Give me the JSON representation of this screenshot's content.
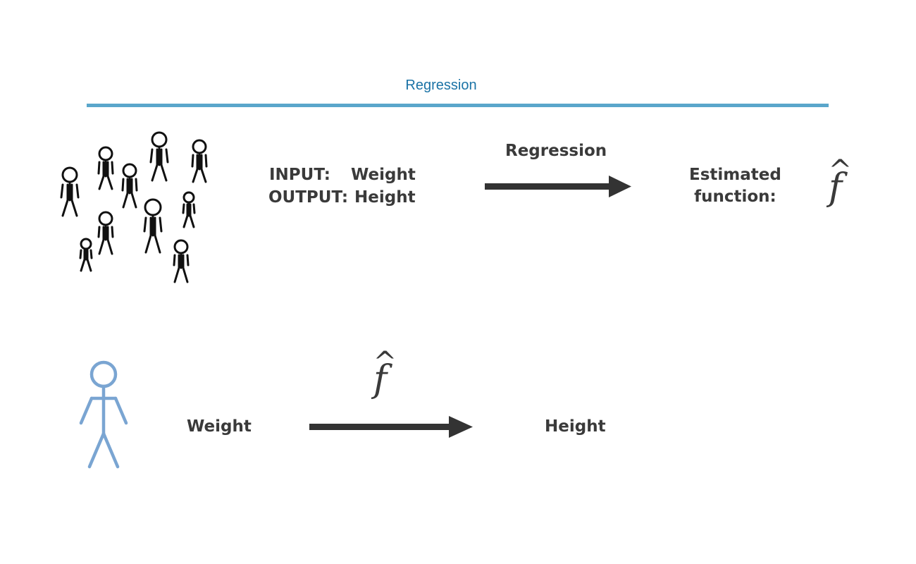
{
  "title": "Regression",
  "training": {
    "input_label": "INPUT:",
    "input_value": "Weight",
    "output_label": "OUTPUT:",
    "output_value": "Height",
    "arrow_label": "Regression",
    "estimated_label_line1": "Estimated",
    "estimated_label_line2": "function:",
    "fhat_symbol": "f",
    "hat_symbol": "^"
  },
  "prediction": {
    "input": "Weight",
    "output": "Height",
    "fhat_symbol": "f",
    "hat_symbol": "^"
  },
  "colors": {
    "title": "#1b73a6",
    "rule": "#5aa6cb",
    "person_highlight": "#7aa5d2",
    "crowd": "#111111",
    "arrow": "#333333",
    "text": "#3a3a3a"
  }
}
